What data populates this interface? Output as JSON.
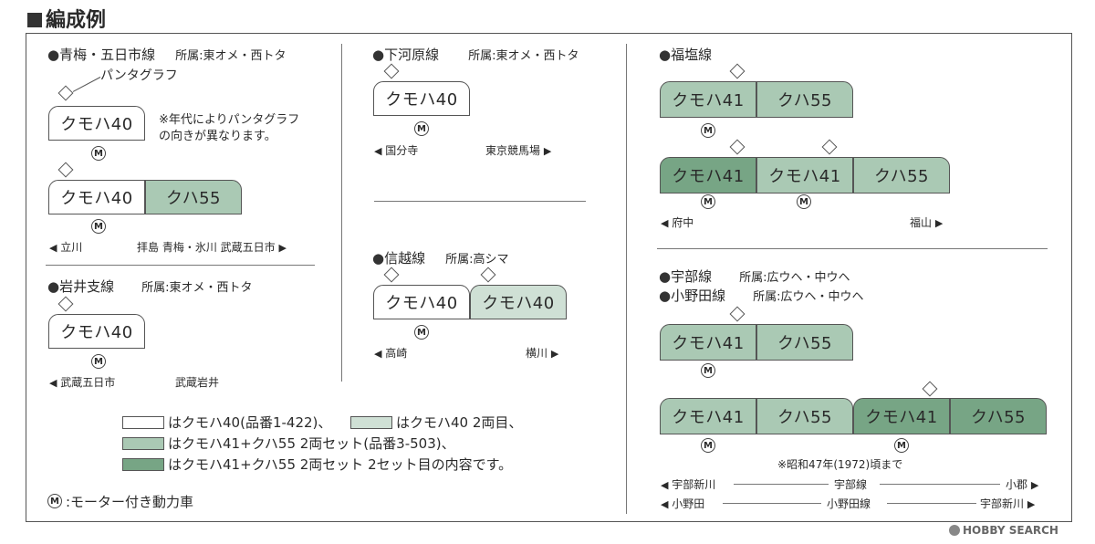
{
  "title": "編成例",
  "sections": {
    "ome": {
      "name": "青梅・五日市線",
      "home": "所属:東オメ・西トタ",
      "pantograph": "パンタグラフ",
      "note": "※年代によりパンタグラフ\nの向きが異なります。",
      "car1": "クモハ40",
      "car2a": "クモハ40",
      "car2b": "クハ55",
      "from": "立川",
      "stops": "拝島 青梅・氷川 武蔵五日市"
    },
    "iwai": {
      "name": "岩井支線",
      "home": "所属:東オメ・西トタ",
      "car1": "クモハ40",
      "from": "武蔵五日市",
      "to": "武蔵岩井"
    },
    "shimo": {
      "name": "下河原線",
      "home": "所属:東オメ・西トタ",
      "car1": "クモハ40",
      "from": "国分寺",
      "to": "東京競馬場"
    },
    "shinetsu": {
      "name": "信越線",
      "home": "所属:高シマ",
      "car1": "クモハ40",
      "car2": "クモハ40",
      "from": "高崎",
      "to": "横川"
    },
    "fukuen": {
      "name": "福塩線",
      "car1a": "クモハ41",
      "car1b": "クハ55",
      "car2a": "クモハ41",
      "car2b": "クモハ41",
      "car2c": "クハ55",
      "from": "府中",
      "to": "福山"
    },
    "ube": {
      "name1": "宇部線",
      "home1": "所属:広ウヘ・中ウヘ",
      "name2": "小野田線",
      "home2": "所属:広ウヘ・中ウヘ",
      "car1a": "クモハ41",
      "car1b": "クハ55",
      "car2a": "クモハ41",
      "car2b": "クハ55",
      "car2c": "クモハ41",
      "car2d": "クハ55",
      "note": "※昭和47年(1972)頃まで",
      "r1a": "宇部新川",
      "r1b": "宇部線",
      "r1c": "小郡",
      "r2a": "小野田",
      "r2b": "小野田線",
      "r2c": "宇部新川"
    }
  },
  "legend": {
    "l1": "はクモハ40(品番1-422)、",
    "l1b": "はクモハ40 2両目、",
    "l2": "はクモハ41+クハ55 2両セット(品番3-503)、",
    "l3": "はクモハ41+クハ55 2両セット 2セット目の内容です。",
    "motor": ":モーター付き動力車"
  },
  "symbols": {
    "motor": "M",
    "dot": "●",
    "left_arrow": "◀",
    "right_arrow": "▶"
  },
  "colors": {
    "white_car": "#ffffff",
    "second_car": "#cfe0d5",
    "set1": "#aac9b4",
    "set2": "#77a585"
  },
  "watermark": "HOBBY SEARCH"
}
